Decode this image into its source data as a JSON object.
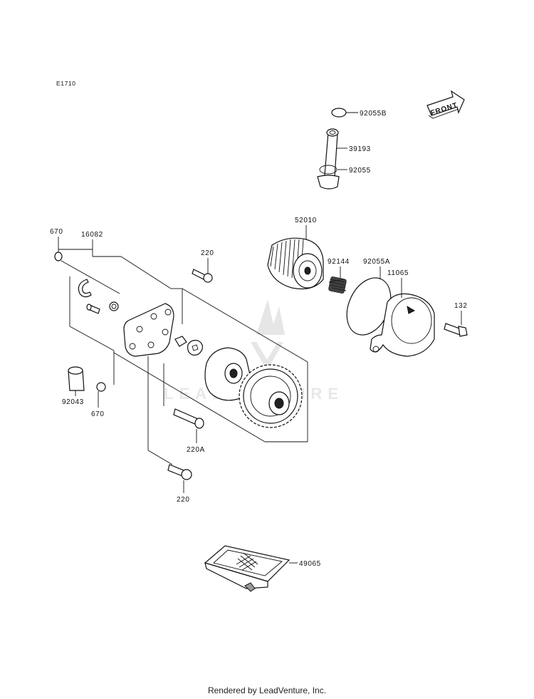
{
  "diagram_id": "E1710",
  "front_label": "FRONT",
  "watermark": "LEADVENTURE",
  "parts": [
    {
      "key": "p92055B",
      "number": "92055B"
    },
    {
      "key": "p39193",
      "number": "39193"
    },
    {
      "key": "p92055",
      "number": "92055"
    },
    {
      "key": "p670a",
      "number": "670"
    },
    {
      "key": "p16082",
      "number": "16082"
    },
    {
      "key": "p220a",
      "number": "220"
    },
    {
      "key": "p52010",
      "number": "52010"
    },
    {
      "key": "p92144",
      "number": "92144"
    },
    {
      "key": "p92055A",
      "number": "92055A"
    },
    {
      "key": "p11065",
      "number": "11065"
    },
    {
      "key": "p132",
      "number": "132"
    },
    {
      "key": "p92043",
      "number": "92043"
    },
    {
      "key": "p670b",
      "number": "670"
    },
    {
      "key": "p220A",
      "number": "220A"
    },
    {
      "key": "p220b",
      "number": "220"
    },
    {
      "key": "p49065",
      "number": "49065"
    }
  ],
  "footer": "Rendered by LeadVenture, Inc."
}
